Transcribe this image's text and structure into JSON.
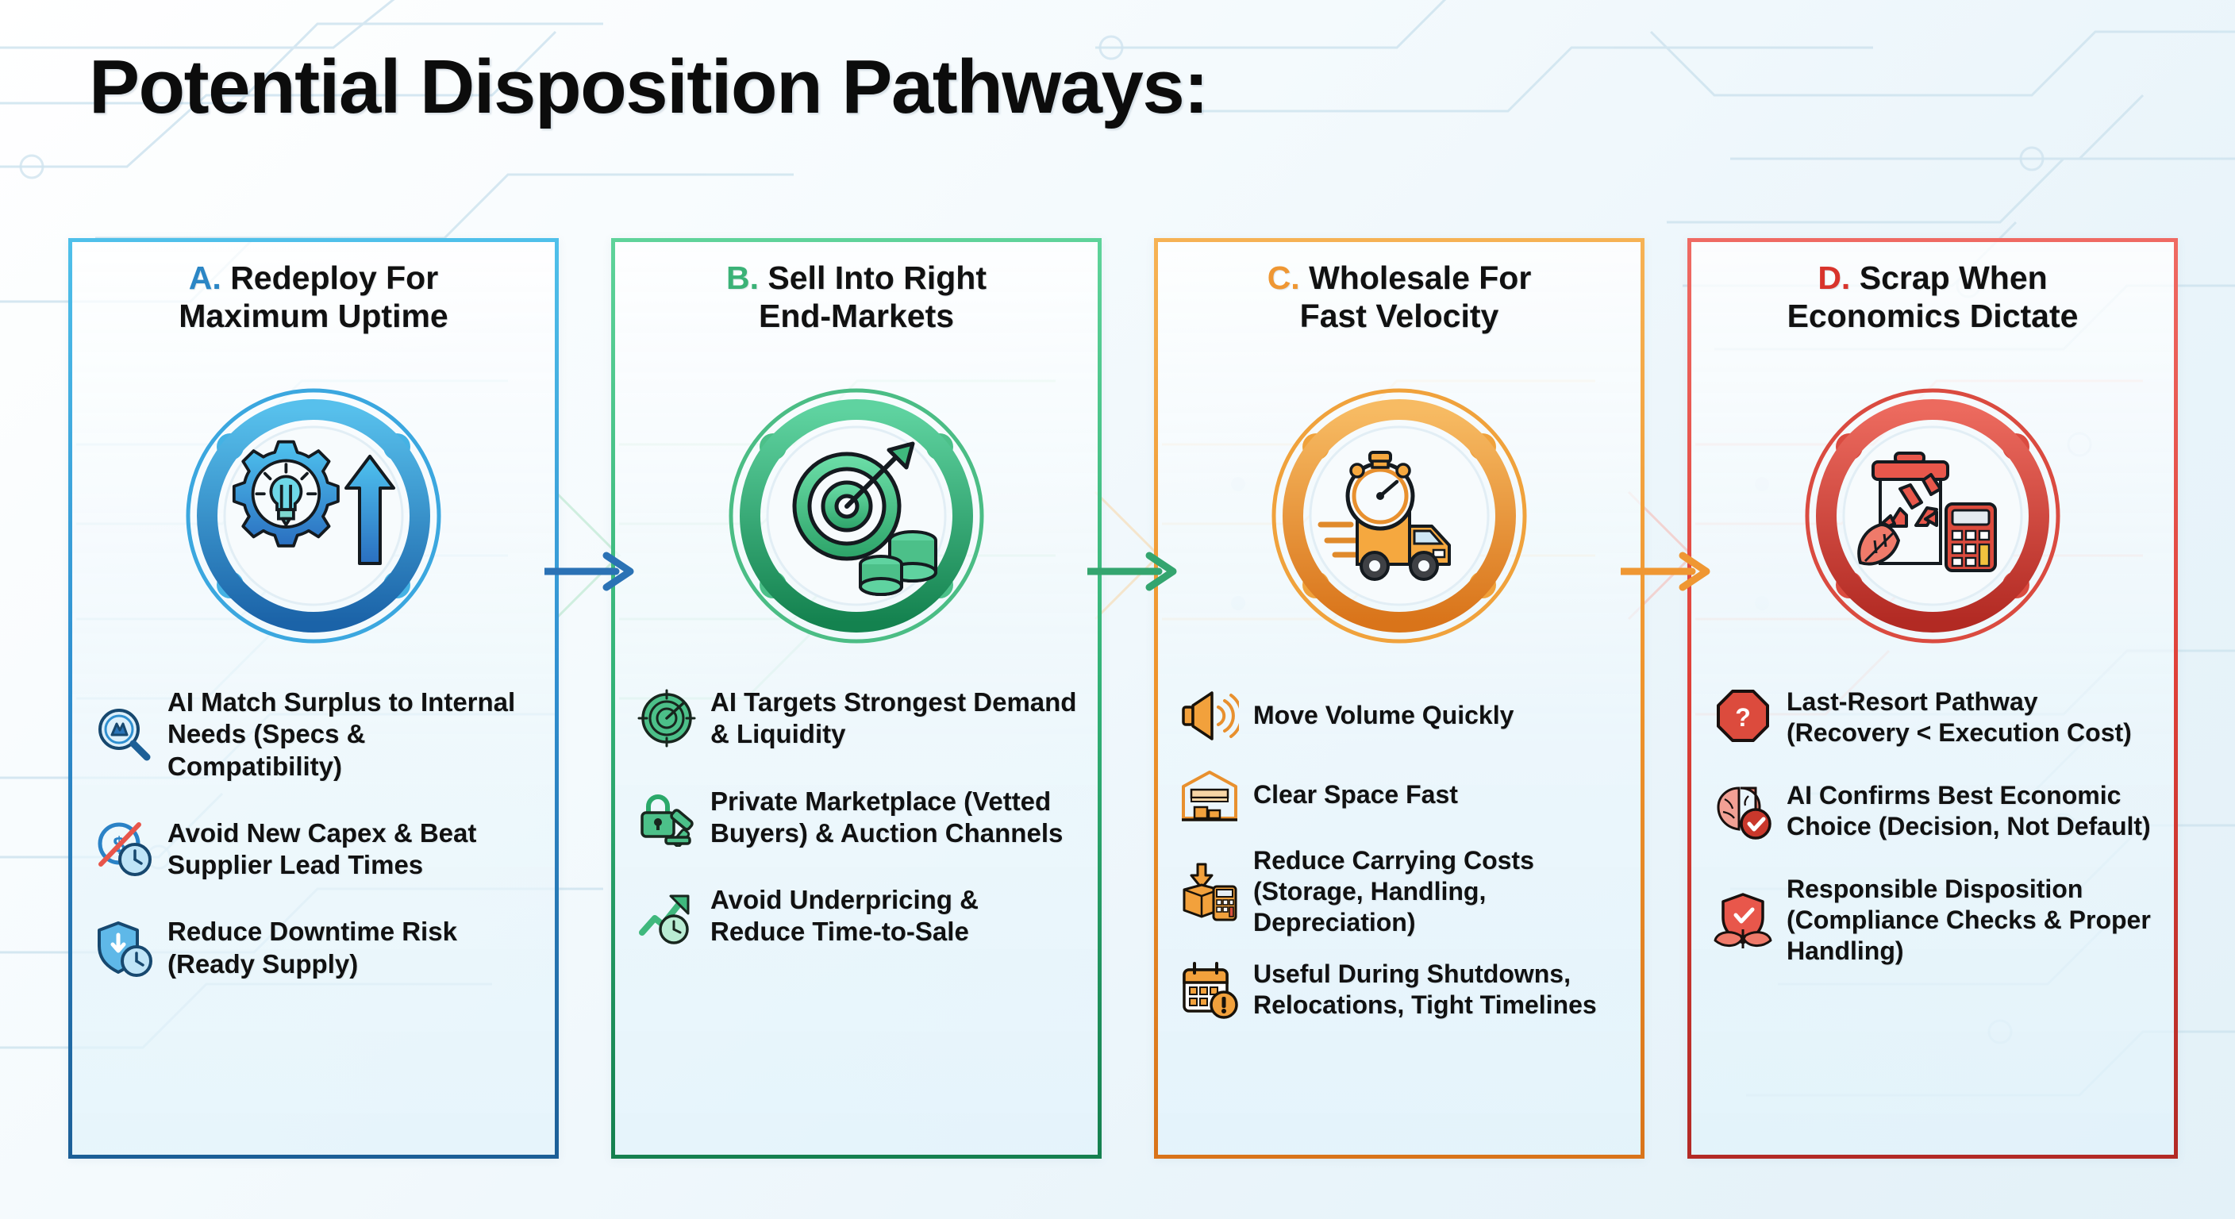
{
  "page": {
    "title": "Potential Disposition Pathways:",
    "background_pattern": "circuit-board",
    "bg_color": "#eef7fb"
  },
  "colors": {
    "a_accent": "#2b86c5",
    "b_accent": "#3bb277",
    "c_accent": "#ef9733",
    "d_accent": "#d8342c",
    "title_color": "#0c0c0c",
    "body_text": "#111111",
    "circuit_line": "#cfe3ef"
  },
  "panels": [
    {
      "letter": "A.",
      "heading": "Redeploy For Maximum Uptime",
      "heading_line1": "Redeploy For",
      "heading_line2": "Maximum Uptime",
      "accent": "#2b86c5",
      "hero_icon": "gear-lightbulb-up-arrow-icon",
      "bullets": [
        {
          "icon": "magnifier-match-icon",
          "text": "AI Match Surplus to Internal Needs (Specs & Compatibility)"
        },
        {
          "icon": "no-dollar-clock-icon",
          "text": "Avoid New Capex & Beat Supplier Lead Times"
        },
        {
          "icon": "shield-download-clock-icon",
          "text": "Reduce Downtime Risk (Ready Supply)"
        }
      ]
    },
    {
      "letter": "B.",
      "heading": "Sell Into Right End-Markets",
      "heading_line1": "Sell Into Right",
      "heading_line2": "End-Markets",
      "accent": "#3bb277",
      "hero_icon": "target-arrow-coins-icon",
      "bullets": [
        {
          "icon": "radar-target-icon",
          "text": "AI Targets Strongest Demand & Liquidity"
        },
        {
          "icon": "lock-gavel-icon",
          "text": "Private Marketplace (Vetted Buyers) & Auction Channels"
        },
        {
          "icon": "growth-arrow-clock-icon",
          "text": "Avoid Underpricing & Reduce Time-to-Sale"
        }
      ]
    },
    {
      "letter": "C.",
      "heading": "Wholesale For Fast Velocity",
      "heading_line1": "Wholesale For",
      "heading_line2": "Fast Velocity",
      "accent": "#ef9733",
      "hero_icon": "fast-truck-stopwatch-icon",
      "bullets": [
        {
          "icon": "megaphone-icon",
          "text": "Move Volume Quickly"
        },
        {
          "icon": "warehouse-icon",
          "text": "Clear Space Fast"
        },
        {
          "icon": "box-calculator-down-arrow-icon",
          "text": "Reduce Carrying Costs (Storage, Handling, Depreciation)"
        },
        {
          "icon": "calendar-alert-icon",
          "text": "Useful During Shutdowns, Relocations, Tight Timelines"
        }
      ]
    },
    {
      "letter": "D.",
      "heading": "Scrap When Economics Dictate",
      "heading_line1": "Scrap When",
      "heading_line2": "Economics Dictate",
      "accent": "#d8342c",
      "hero_icon": "recycle-bin-leaf-calculator-icon",
      "bullets": [
        {
          "icon": "stop-question-icon",
          "text": "Last-Resort Pathway (Recovery < Execution Cost)"
        },
        {
          "icon": "brain-check-icon",
          "text": "AI Confirms Best Economic Choice (Decision, Not Default)"
        },
        {
          "icon": "shield-leaf-check-icon",
          "text": "Responsible Disposition (Compliance Checks & Proper Handling)"
        }
      ]
    }
  ],
  "connectors": [
    {
      "name": "arrow-a-to-b",
      "color": "#2b72b5"
    },
    {
      "name": "arrow-b-to-c",
      "color": "#34a56f"
    },
    {
      "name": "arrow-c-to-d",
      "color": "#ef9733"
    }
  ]
}
